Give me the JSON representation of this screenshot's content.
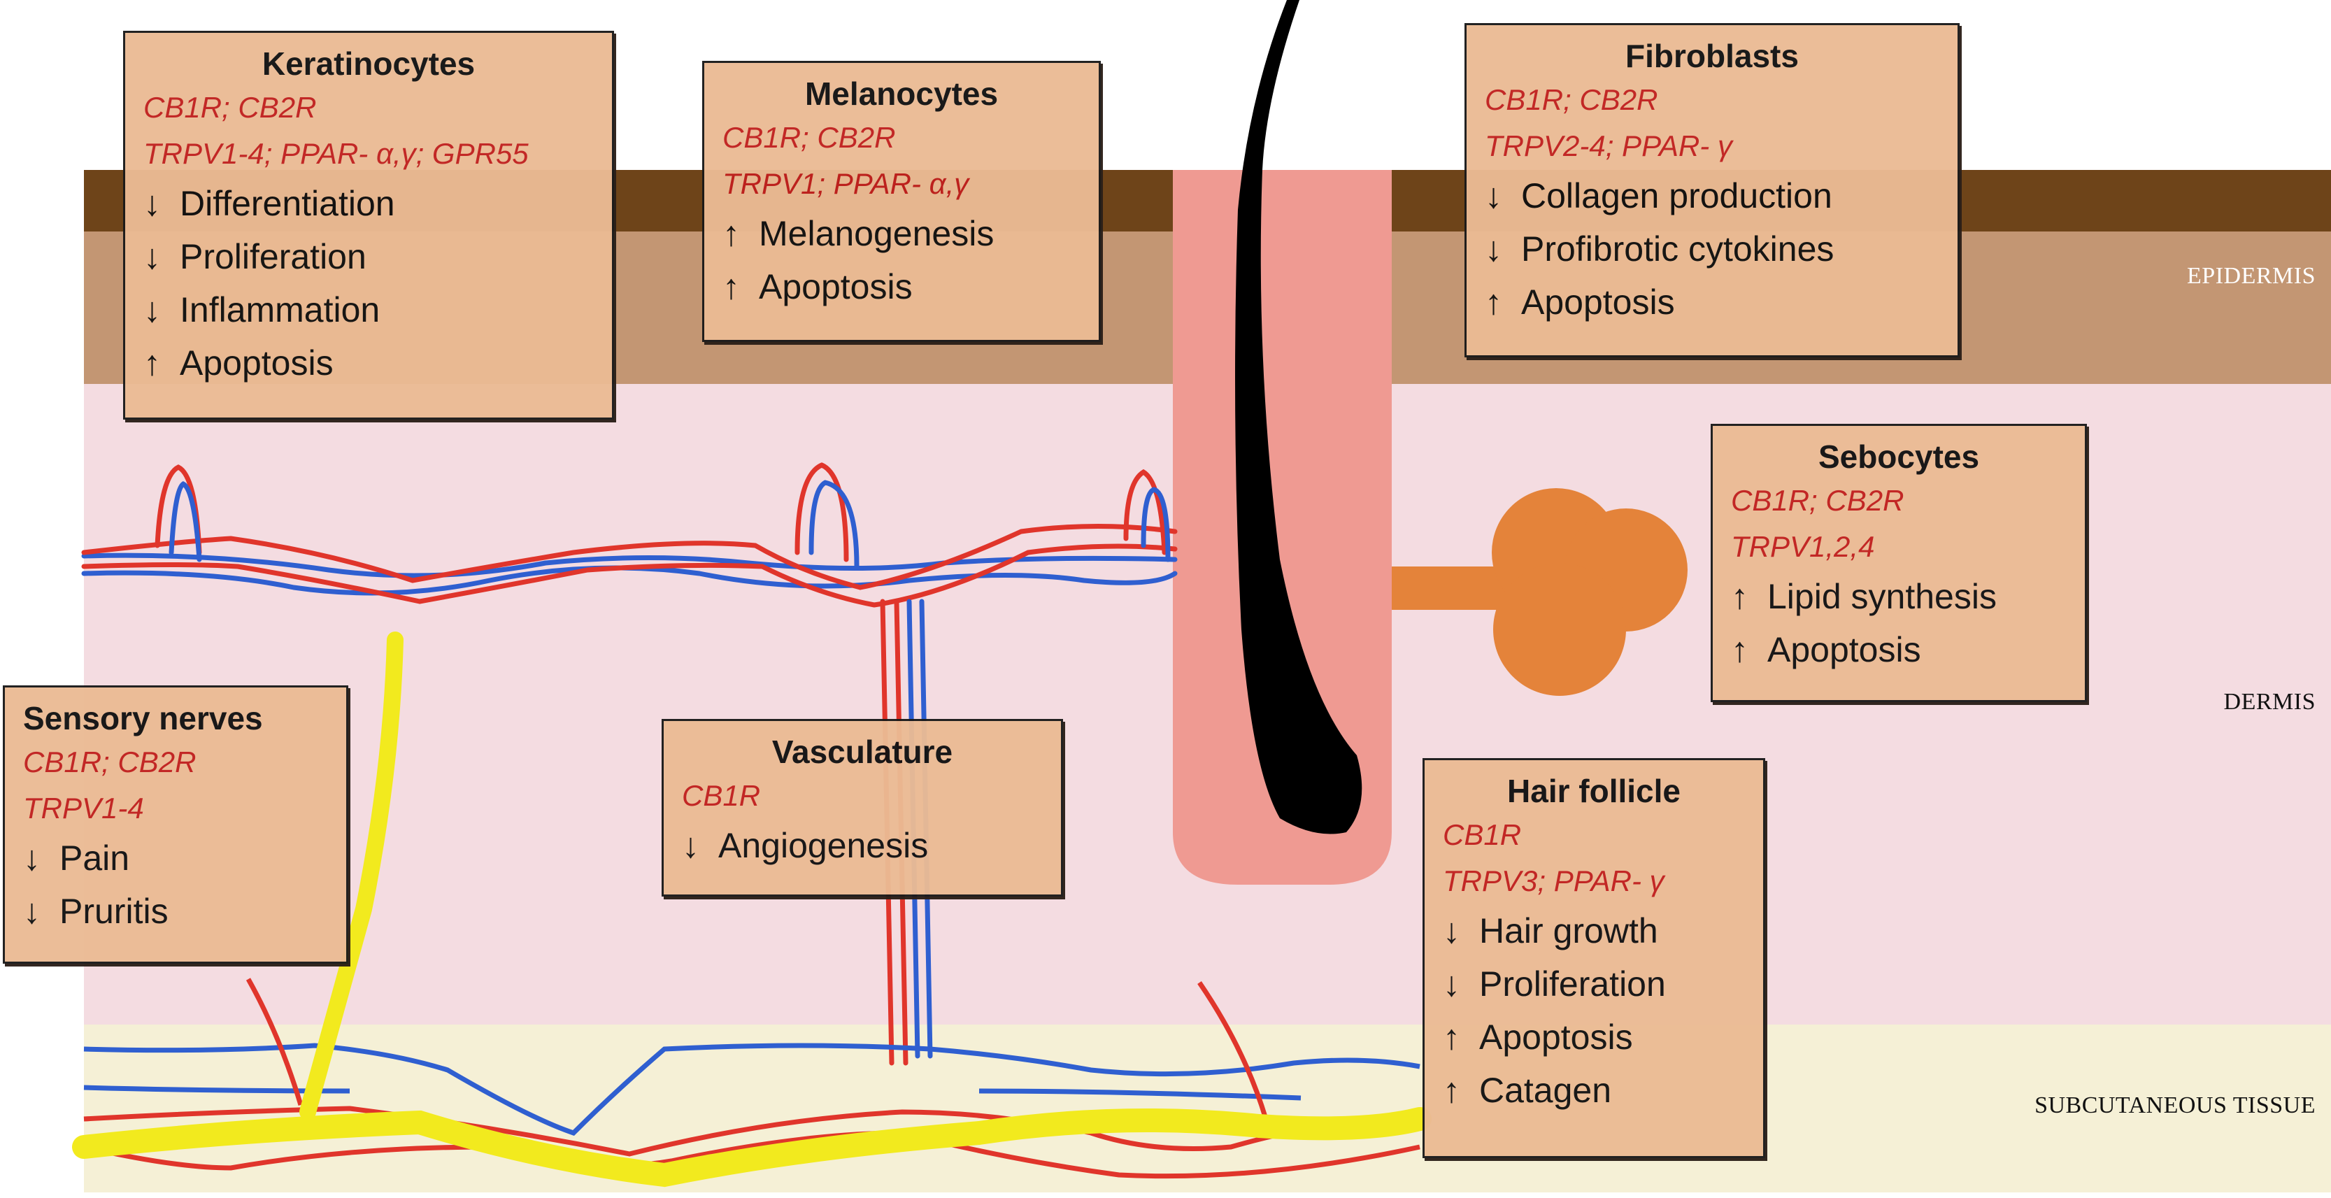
{
  "layers": {
    "epidermis": "EPIDERMIS",
    "dermis": "DERMIS",
    "subcutaneous": "SUBCUTANEOUS TISSUE"
  },
  "colors": {
    "box_fill": "#ebbb94",
    "receptor_text": "#c0201e",
    "artery": "#e0352b",
    "vein": "#2f5fd0",
    "nerve": "#f2ea1e",
    "hair": "#000000",
    "follicle": "#ef9a92",
    "sebaceous_gland": "#e4833a"
  },
  "boxes": {
    "keratinocytes": {
      "title": "Keratinocytes",
      "receptors": [
        "CB1R; CB2R",
        "TRPV1-4; PPAR- α,γ; GPR55"
      ],
      "effects": [
        {
          "arrow": "↓",
          "text": "Differentiation"
        },
        {
          "arrow": "↓",
          "text": "Proliferation"
        },
        {
          "arrow": "↓",
          "text": "Inflammation"
        },
        {
          "arrow": "↑",
          "text": "Apoptosis"
        }
      ]
    },
    "melanocytes": {
      "title": "Melanocytes",
      "receptors": [
        "CB1R; CB2R",
        "TRPV1; PPAR- α,γ"
      ],
      "effects": [
        {
          "arrow": "↑",
          "text": "Melanogenesis"
        },
        {
          "arrow": "↑",
          "text": "Apoptosis"
        }
      ]
    },
    "fibroblasts": {
      "title": "Fibroblasts",
      "receptors": [
        "CB1R; CB2R",
        "TRPV2-4; PPAR- γ"
      ],
      "effects": [
        {
          "arrow": "↓",
          "text": "Collagen production"
        },
        {
          "arrow": "↓",
          "text": "Profibrotic cytokines"
        },
        {
          "arrow": "↑",
          "text": "Apoptosis"
        }
      ]
    },
    "sebocytes": {
      "title": "Sebocytes",
      "receptors": [
        "CB1R; CB2R",
        "TRPV1,2,4"
      ],
      "effects": [
        {
          "arrow": "↑",
          "text": "Lipid synthesis"
        },
        {
          "arrow": "↑",
          "text": "Apoptosis"
        }
      ]
    },
    "sensory_nerves": {
      "title": "Sensory nerves",
      "receptors": [
        "CB1R; CB2R",
        "TRPV1-4"
      ],
      "effects": [
        {
          "arrow": "↓",
          "text": "Pain"
        },
        {
          "arrow": "↓",
          "text": "Pruritis"
        }
      ]
    },
    "vasculature": {
      "title": "Vasculature",
      "receptors": [
        "CB1R"
      ],
      "effects": [
        {
          "arrow": "↓",
          "text": "Angiogenesis"
        }
      ]
    },
    "hair_follicle": {
      "title": "Hair follicle",
      "receptors": [
        "CB1R",
        "TRPV3; PPAR- γ"
      ],
      "effects": [
        {
          "arrow": "↓",
          "text": "Hair growth"
        },
        {
          "arrow": "↓",
          "text": "Proliferation"
        },
        {
          "arrow": "↑",
          "text": "Apoptosis"
        },
        {
          "arrow": "↑",
          "text": "Catagen"
        }
      ]
    }
  }
}
